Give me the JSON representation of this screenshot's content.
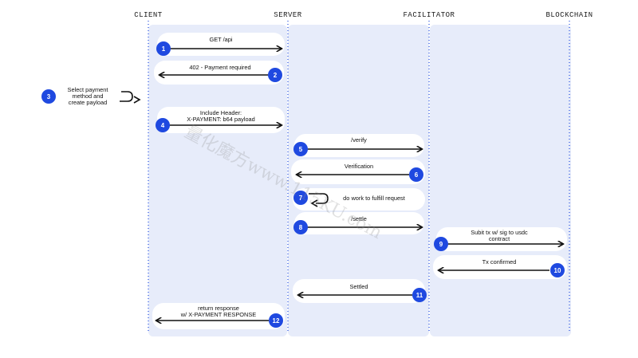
{
  "columns": [
    {
      "label": "CLIENT"
    },
    {
      "label": "SERVER"
    },
    {
      "label": "FACILITATOR"
    },
    {
      "label": "BLOCKCHAIN"
    }
  ],
  "steps": [
    {
      "num": "1",
      "label": "GET /api"
    },
    {
      "num": "2",
      "label": "402 - Payment required"
    },
    {
      "num": "3",
      "label_lines": [
        "Select payment",
        "method and",
        "create payload"
      ]
    },
    {
      "num": "4",
      "label_lines": [
        "Include Header:",
        "X-PAYMENT: b64 payload"
      ]
    },
    {
      "num": "5",
      "label": "/verify"
    },
    {
      "num": "6",
      "label": "Verification"
    },
    {
      "num": "7",
      "label": "do work to fulfill request"
    },
    {
      "num": "8",
      "label": "/settle"
    },
    {
      "num": "9",
      "label_lines": [
        "Subit tx w/ sig to usdc",
        "contract"
      ]
    },
    {
      "num": "10",
      "label": "Tx confirmed"
    },
    {
      "num": "11",
      "label": "Settled"
    },
    {
      "num": "12",
      "label_lines": [
        "return response",
        "w/ X-PAYMENT RESPONSE"
      ]
    }
  ],
  "watermark": "量化魔方www.115KU.com",
  "colors": {
    "lane": "#e7ecfa",
    "badge": "#1f49e0",
    "arrow": "#111111",
    "dots": "#1f49e0"
  }
}
